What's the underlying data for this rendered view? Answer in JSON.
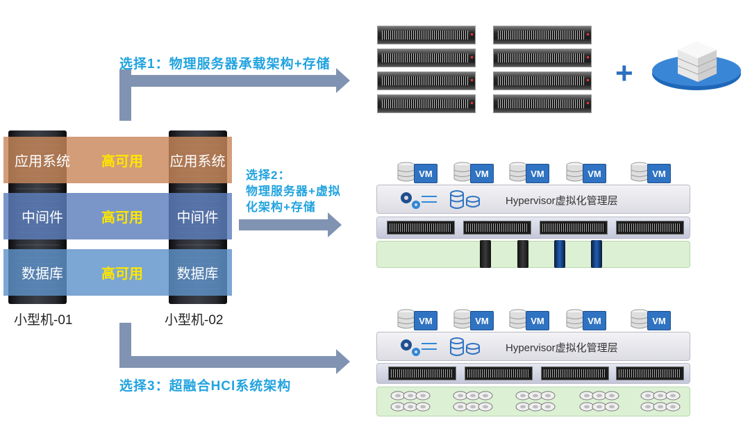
{
  "options": {
    "opt1": "选择1：物理服务器承载架构+存储",
    "opt2_line1": "选择2：",
    "opt2_line2": "物理服务器+虚拟",
    "opt2_line3": "化架构+存储",
    "opt3": "选择3：超融合HCI系统架构"
  },
  "legacy": {
    "rows": [
      {
        "left": "应用系统",
        "ha": "高可用",
        "right": "应用系统"
      },
      {
        "left": "中间件",
        "ha": "高可用",
        "right": "中间件"
      },
      {
        "left": "数据库",
        "ha": "高可用",
        "right": "数据库"
      }
    ],
    "node1": "小型机-01",
    "node2": "小型机-02"
  },
  "stack": {
    "hypervisor": "Hypervisor虚拟化管理层",
    "vm_label": "VM"
  },
  "colors": {
    "arrow": "#8193b2",
    "label_blue": "#22a3df",
    "ha_yellow": "#ffe600",
    "band_orange": "#c8875a",
    "band_blue": "#5d7fbd",
    "band_lightblue": "#5f92c9",
    "vm_blue": "#2f73c2",
    "green_layer": "#dcf0d4"
  }
}
